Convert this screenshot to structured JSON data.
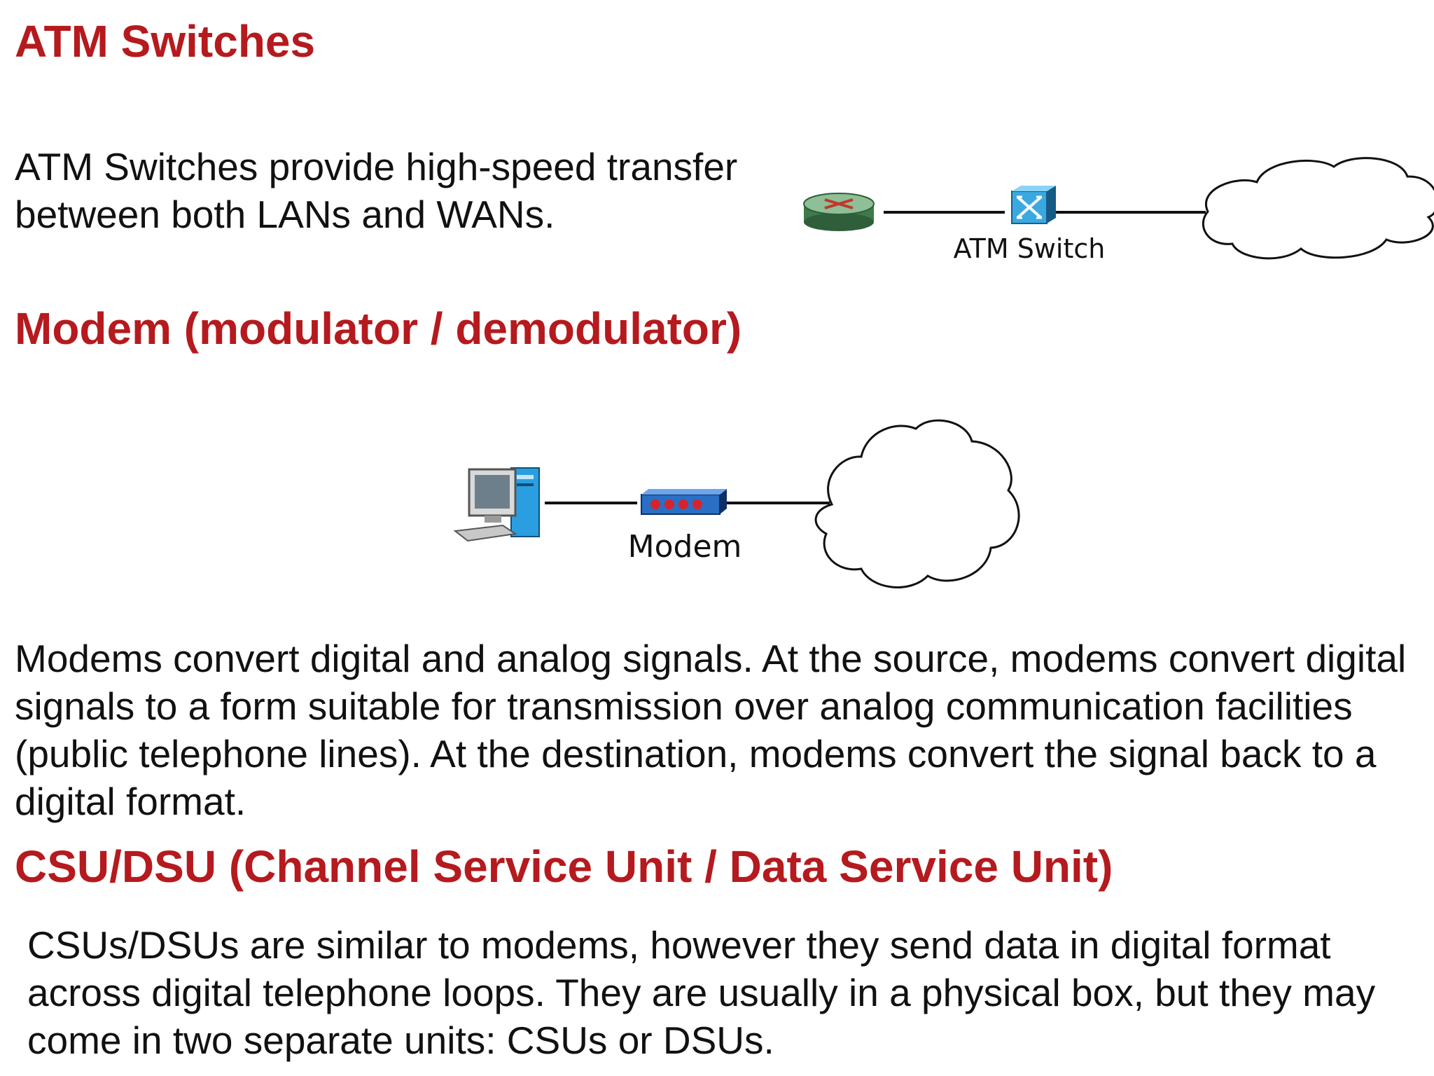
{
  "sections": {
    "atm": {
      "heading": "ATM Switches",
      "body": "ATM Switches provide high-speed transfer between both LANs and WANs.",
      "diagram": {
        "label": "ATM Switch",
        "icons": [
          "router-icon",
          "atm-switch-icon",
          "cloud-icon"
        ]
      }
    },
    "modem": {
      "heading": "Modem (modulator / demodulator)",
      "body": "Modems convert digital and analog signals. At the source, modems convert digital signals to a form suitable for transmission over analog communication facilities (public telephone lines). At the destination, modems convert the signal back to a digital format.",
      "diagram": {
        "label": "Modem",
        "icons": [
          "computer-icon",
          "modem-icon",
          "cloud-icon"
        ]
      }
    },
    "csu": {
      "heading": "CSU/DSU (Channel Service Unit / Data Service Unit)",
      "body": "CSUs/DSUs are similar to modems, however they send data in digital format across digital telephone loops. They are usually in a physical box, but they may come in two separate units: CSUs or DSUs."
    }
  },
  "colors": {
    "heading": "#b51a1e",
    "text": "#111111",
    "router": "#4f8a5a",
    "atm_switch": "#2e9fd8",
    "modem": "#2a6fc4",
    "modem_leds": "#d8232a",
    "computer_tower": "#2a9ee0"
  }
}
